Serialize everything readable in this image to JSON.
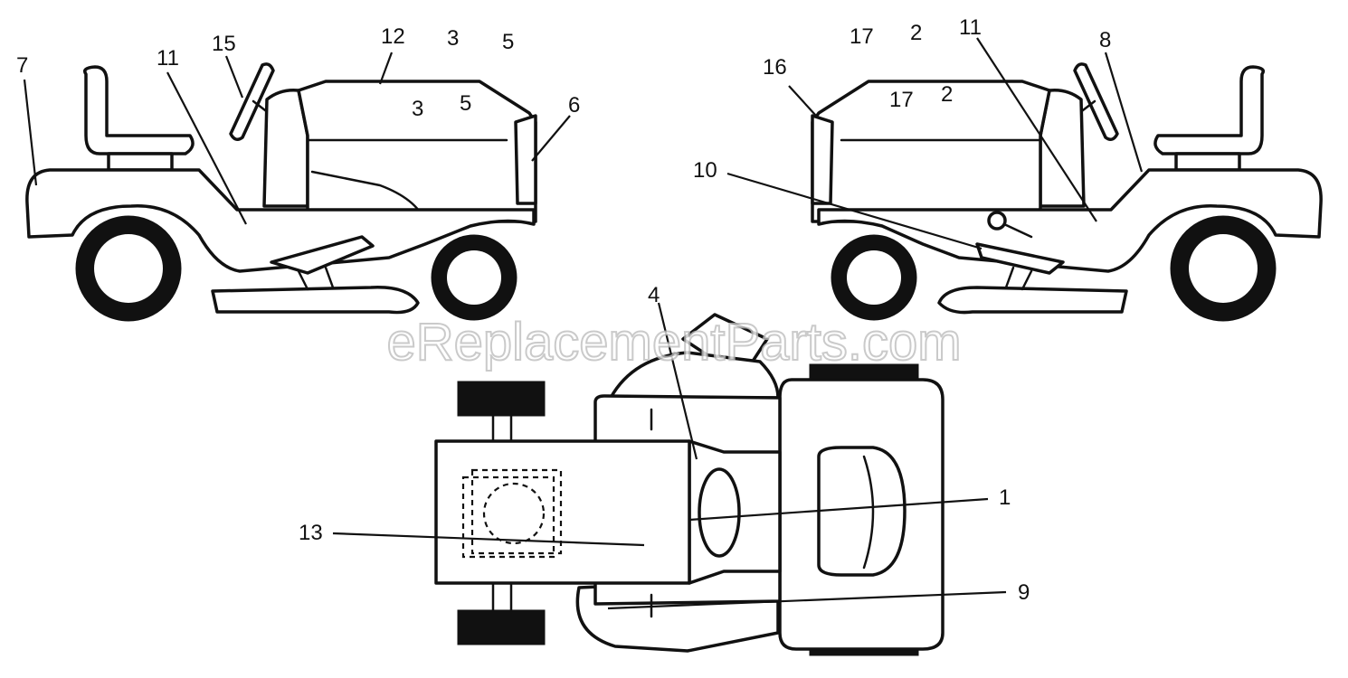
{
  "watermark": "eReplacementParts.com",
  "left_view_callouts": [
    "7",
    "11",
    "15",
    "12",
    "3",
    "5",
    "6"
  ],
  "right_view_callouts": [
    "16",
    "17",
    "2",
    "11",
    "8",
    "10"
  ],
  "top_view_callouts": [
    "4",
    "1",
    "13",
    "9"
  ]
}
